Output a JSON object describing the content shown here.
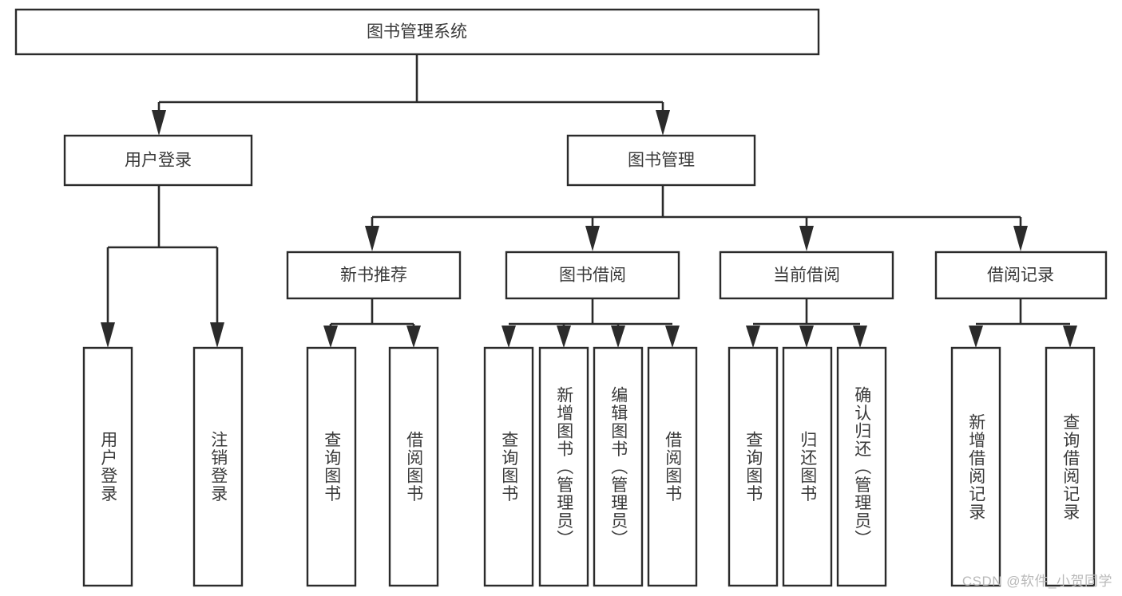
{
  "diagram": {
    "title": "图书管理系统",
    "watermark": "CSDN @软件_小贺同学",
    "colors": {
      "stroke": "#2b2b2b",
      "text": "#3a3a3a",
      "box_fill": "#ffffff",
      "background": "#ffffff",
      "watermark": "#b9b9b9"
    },
    "root": {
      "label": "图书管理系统"
    },
    "level2": [
      {
        "label": "用户登录"
      },
      {
        "label": "图书管理"
      }
    ],
    "level3": [
      {
        "label": "新书推荐"
      },
      {
        "label": "图书借阅"
      },
      {
        "label": "当前借阅"
      },
      {
        "label": "借阅记录"
      }
    ],
    "leaves": {
      "user_login": [
        {
          "label": "用户登录"
        },
        {
          "label": "注销登录"
        }
      ],
      "new_book": [
        {
          "label": "查询图书"
        },
        {
          "label": "借阅图书"
        }
      ],
      "book_borrow": [
        {
          "label": "查询图书"
        },
        {
          "label": "新增图书（管理员）"
        },
        {
          "label": "编辑图书（管理员）"
        },
        {
          "label": "借阅图书"
        }
      ],
      "current_borrow": [
        {
          "label": "查询图书"
        },
        {
          "label": "归还图书"
        },
        {
          "label": "确认归还（管理员）"
        }
      ],
      "borrow_record": [
        {
          "label": "新增借阅记录"
        },
        {
          "label": "查询借阅记录"
        }
      ]
    }
  }
}
